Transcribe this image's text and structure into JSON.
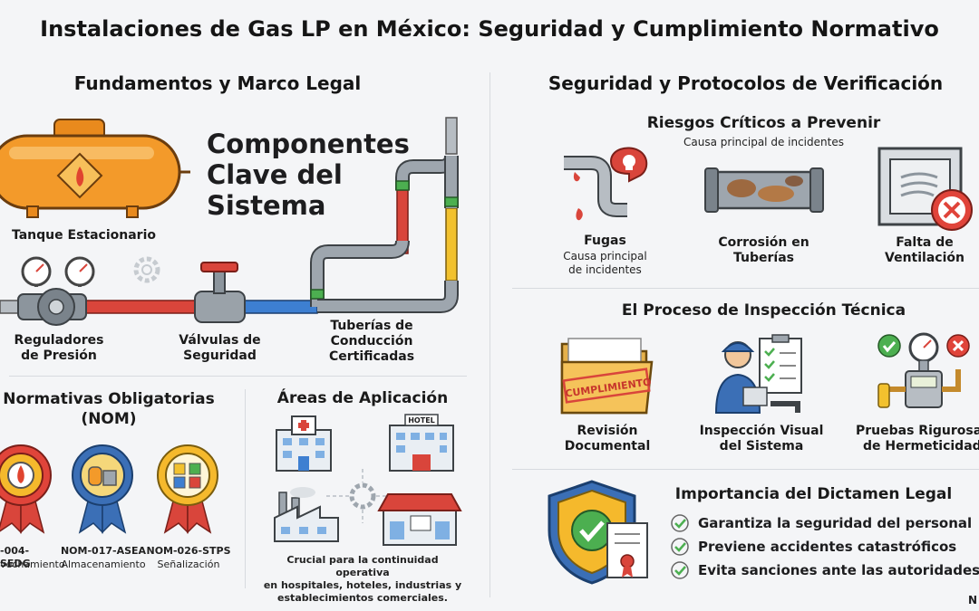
{
  "title": "Instalaciones de Gas LP en México: Seguridad y Cumplimiento Normativo",
  "left": {
    "heading": "Fundamentos y Marco Legal",
    "components_title_lines": [
      "Componentes",
      "Clave del",
      "Sistema"
    ],
    "components": {
      "tank": "Tanque Estacionario",
      "regulators": [
        "Reguladores",
        "de Presión"
      ],
      "valves": [
        "Válvulas de",
        "Seguridad"
      ],
      "pipes": [
        "Tuberías de",
        "Conducción",
        "Certificadas"
      ]
    },
    "norms": {
      "heading_lines": [
        "Normativas Obligatorias",
        "(NOM)"
      ],
      "items": [
        {
          "code": "-004-SEDG",
          "desc": "vechamiento"
        },
        {
          "code": "NOM-017-ASEA",
          "desc": "Almacenamiento"
        },
        {
          "code": "NOM-026-STPS",
          "desc": "Señalización"
        }
      ]
    },
    "areas": {
      "heading": "Áreas de Aplicación",
      "hotel_sign": "HOTEL",
      "caption_lines": [
        "Crucial para la continuidad operativa",
        "en hospitales, hoteles, industrias y",
        "establecimientos comerciales."
      ]
    }
  },
  "right": {
    "heading": "Seguridad y Protocolos de Verificación",
    "risks": {
      "heading": "Riesgos Críticos a Prevenir",
      "subheading": "Causa principal de incidentes",
      "items": [
        {
          "title": "Fugas",
          "sub_lines": [
            "Causa principal",
            "de incidentes"
          ]
        },
        {
          "title_lines": [
            "Corrosión en",
            "Tuberías"
          ]
        },
        {
          "title_lines": [
            "Falta de",
            "Ventilación"
          ]
        }
      ]
    },
    "inspection": {
      "heading": "El Proceso de Inspección Técnica",
      "folder_stamp": "CUMPLIMIENTO",
      "items": [
        {
          "lines": [
            "Revisión",
            "Documental"
          ]
        },
        {
          "lines": [
            "Inspección Visual",
            "del Sistema"
          ]
        },
        {
          "lines": [
            "Pruebas Rigurosa",
            "de Hermeticidad"
          ]
        }
      ]
    },
    "dictamen": {
      "heading": "Importancia del Dictamen Legal",
      "items": [
        "Garantiza la seguridad del personal",
        "Previene accidentes catastróficos",
        "Evita sanciones ante las autoridades"
      ]
    }
  },
  "footer_mark": "N",
  "colors": {
    "tank": "#f39a2a",
    "pipe_red": "#d9453b",
    "pipe_blue": "#3d7fd1",
    "pipe_yellow": "#f2c12e",
    "pipe_gray": "#9ea6ae",
    "check_green": "#4caf50",
    "cross_red": "#e0443a",
    "shield_yellow": "#f5b92c",
    "shield_blue": "#3b6fb6"
  }
}
